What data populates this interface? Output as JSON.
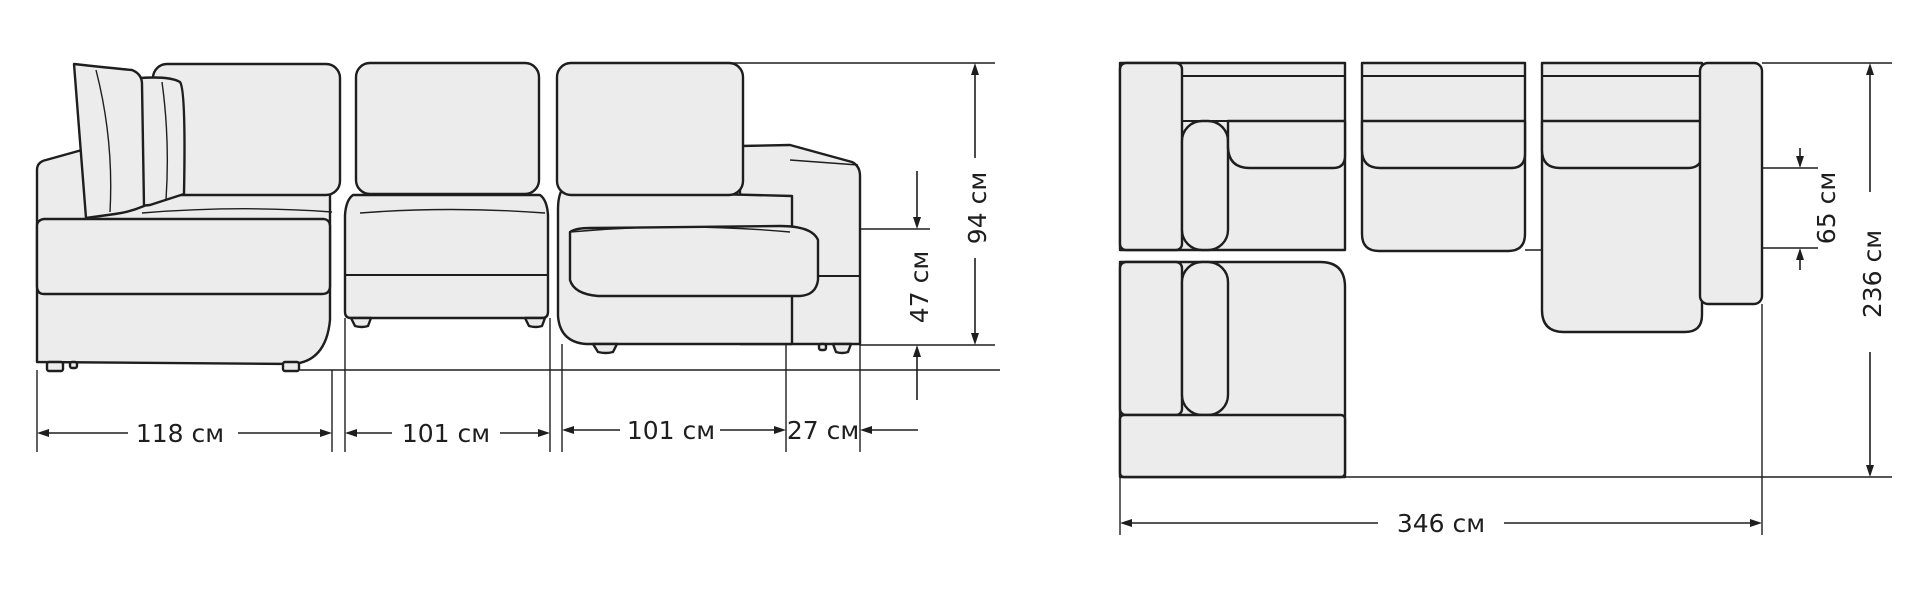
{
  "front_view": {
    "dims": {
      "seat_left_width": "118 см",
      "seat_middle_width": "101 см",
      "seat_right_width": "101 см",
      "armrest_width": "27 см",
      "seat_height": "47 см",
      "total_height": "94 см"
    }
  },
  "top_view": {
    "dims": {
      "total_width": "346 см",
      "total_depth": "236 см",
      "armrest_depth": "65 см"
    }
  },
  "colors": {
    "line": "#1e1e1e",
    "fill": "#ececec",
    "background": "#ffffff"
  }
}
